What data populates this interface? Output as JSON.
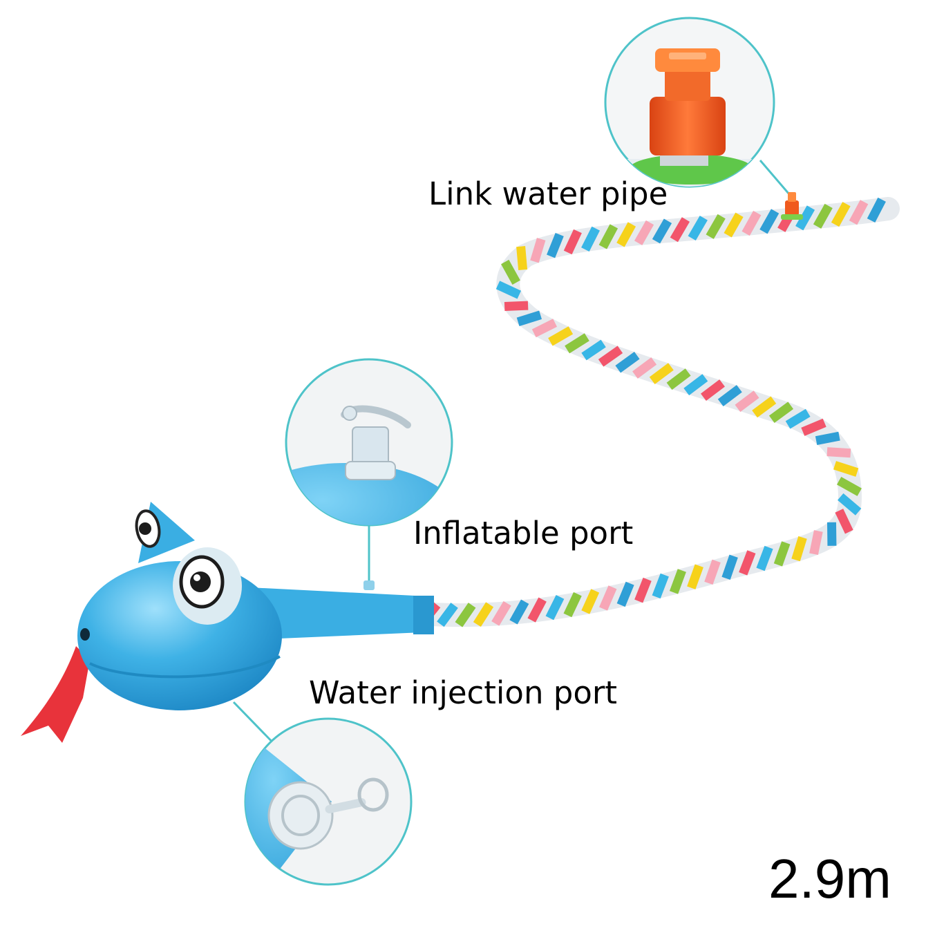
{
  "labels": {
    "link_water_pipe": "Link water pipe",
    "inflatable_port": "Inflatable port",
    "water_injection_port": "Water injection port",
    "length": "2.9m"
  },
  "colors": {
    "body_blue": "#3aaee3",
    "body_highlight": "#8fd6f5",
    "tongue_red": "#e8333b",
    "connector_orange": "#f05a1e",
    "stripe_palette": [
      "#f2556b",
      "#38b6e6",
      "#8cc63f",
      "#f6d21b",
      "#f7a6b6",
      "#2f9fd6"
    ],
    "callout_line": "#4ec3c9",
    "background": "#ffffff"
  },
  "icons": {
    "link_water_pipe_closeup": "orange-hose-connector",
    "inflatable_port_closeup": "clear-inflation-valve",
    "water_injection_port_closeup": "clear-plug-valve"
  }
}
